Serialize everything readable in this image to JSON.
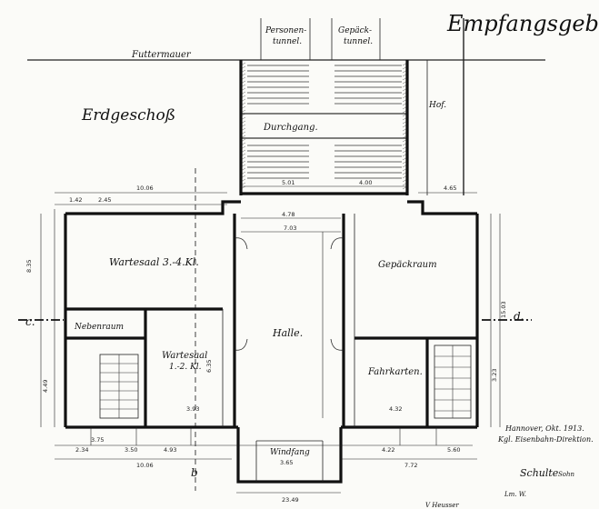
{
  "title": "Empfangsgebäude",
  "floor_label": "Erdgeschoß",
  "retaining_wall": "Futtermauer",
  "tunnels": {
    "passenger": [
      "Personen-",
      "tunnel."
    ],
    "luggage": [
      "Gepäck-",
      "tunnel."
    ]
  },
  "rooms": {
    "corridor": "Durchgang.",
    "court": "Hof.",
    "waiting_room_3_4": "Wartesaal 3.-4.Kl.",
    "waiting_room_1_2": [
      "Wartesaal",
      "1.-2. Kl."
    ],
    "side_room": "Nebenraum",
    "hall": "Halle.",
    "luggage_room": "Gepäckraum",
    "ticket_office": "Fahrkarten.",
    "vestibule": "Windfang"
  },
  "section_marks": {
    "c": "c.",
    "d": "d.",
    "b": "b"
  },
  "dimensions": {
    "d_10_06_top": "10.06",
    "d_4_65": "4.65",
    "d_10_06_bottom": "10.06",
    "d_7_72": "7.72",
    "d_23_49": "23.49",
    "d_8_35": "8.35",
    "d_15_03": "15.03",
    "d_4_78": "4.78",
    "d_7_03": "7.03",
    "d_5_01": "5.01",
    "d_4_00": "4.00",
    "d_3_93": "3.93",
    "d_3_75": "3.75",
    "d_3_50": "3.50",
    "d_4_93": "4.93",
    "d_2_34": "2.34",
    "d_4_22": "4.22",
    "d_5_60": "5.60",
    "d_6_35": "6.35",
    "d_4_32": "4.32",
    "d_1_42": "1.42",
    "d_2_45": "2.45",
    "d_3_23": "3.23",
    "d_4_49": "4.49",
    "d_3_65": "3.65"
  },
  "authority": [
    "Hannover, Okt. 1913.",
    "Kgl. Eisenbahn-Direktion."
  ],
  "signature": "Schulte",
  "signature_extra": "Sohn",
  "bottom_note": "V Heusser",
  "bottom_note_right": "Lm. W."
}
